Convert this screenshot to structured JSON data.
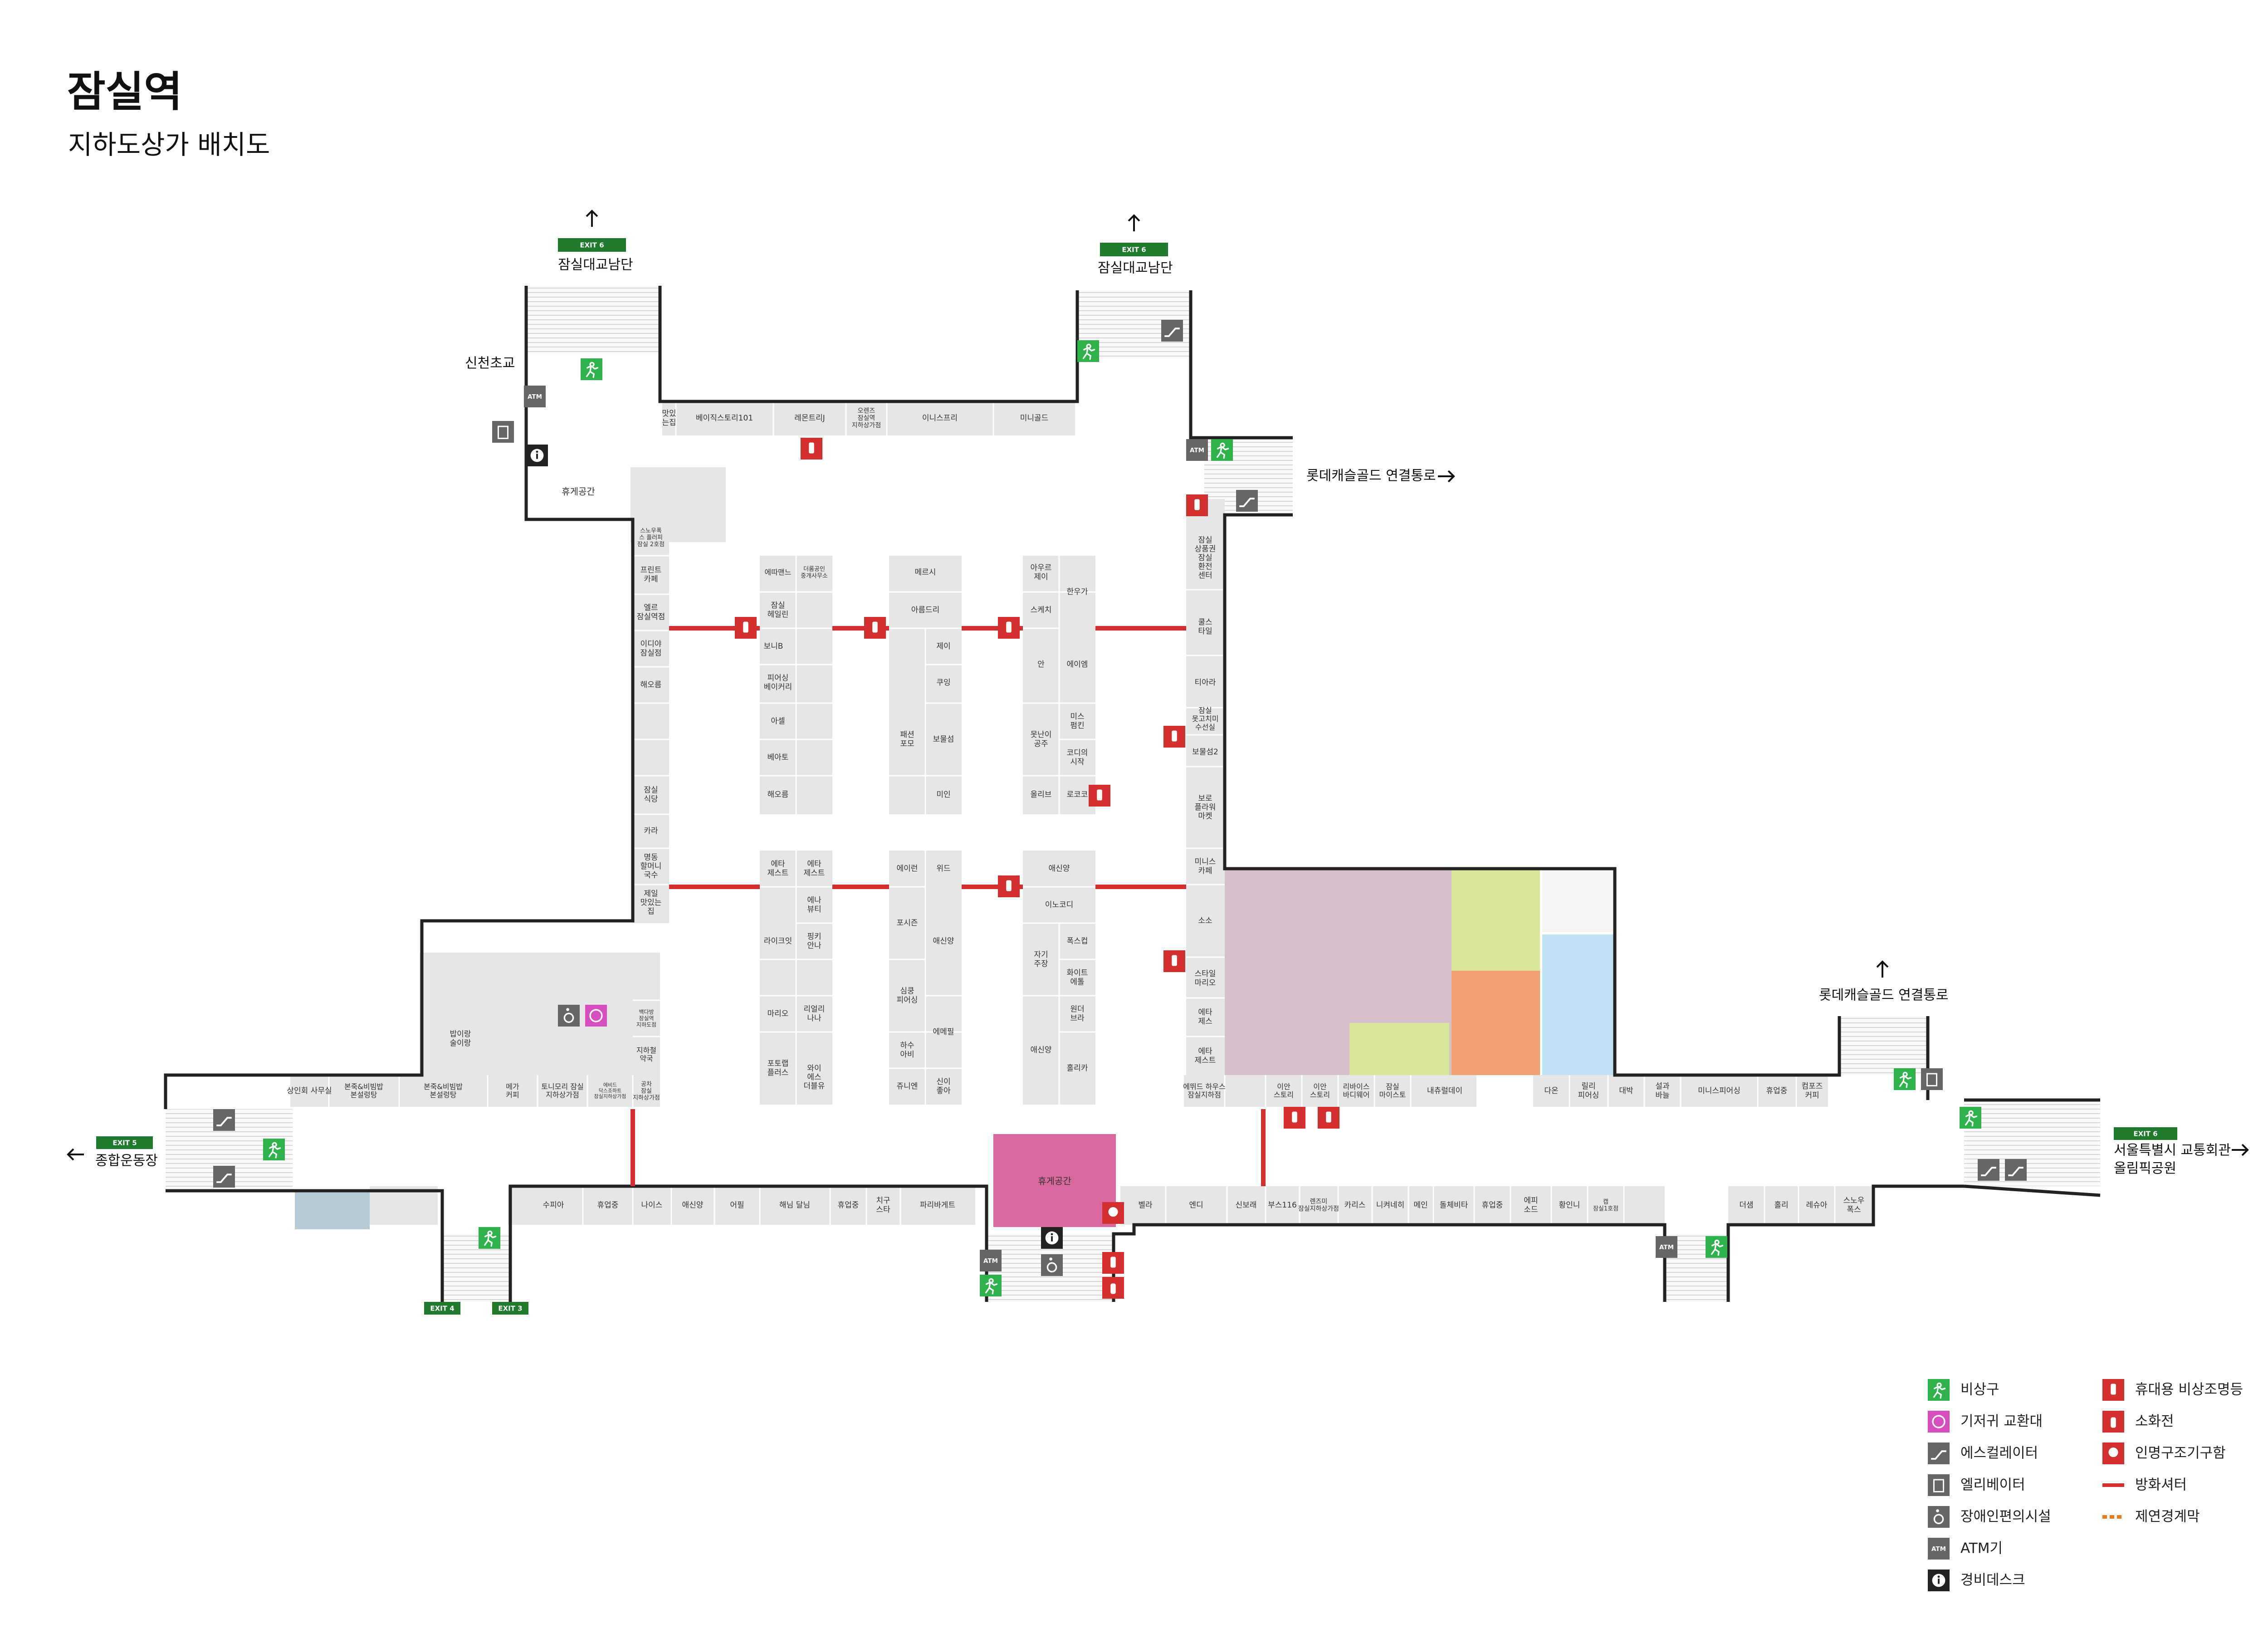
{
  "title": "잠실역",
  "subtitle": "지하도상가 배치도",
  "colors": {
    "exit_green": "#1f7a2c",
    "emergency_green": "#2db34a",
    "fire_red": "#d32f2f",
    "icon_gray": "#666666",
    "shop_gray": "#e6e6e6",
    "pink_rest": "#d9689f",
    "mauve": "#d8bfcc",
    "lime": "#d9e79a",
    "salmon": "#f0a072",
    "sky": "#bfe3f5",
    "steel": "#b7cbd6"
  },
  "exit_labels": {
    "e6": "EXIT 6",
    "e5": "EXIT 5",
    "e4": "EXIT 4",
    "e3": "EXIT 3"
  },
  "destinations": {
    "jamsil_bridge": "잠실대교남단",
    "sincheon": "신천초교",
    "lotte_castle": "롯데캐슬골드 연결통로",
    "sports_complex": "종합운동장",
    "seoul_transport_1": "서울특별시 교통회관",
    "seoul_transport_2": "올림픽공원"
  },
  "rest_areas": {
    "upper": "휴게공간",
    "lower": "휴게공간"
  },
  "shops": {
    "t1": "맛있\n는집",
    "t2": "베이직스토리101",
    "t3": "레몬트리J",
    "t4": "오렌즈\n잠실역\n지하상가점",
    "t5": "이니스프리",
    "t6": "미니골드",
    "l1": "스노우폭\n스 플러피\n잠실 2호점",
    "l2": "프린트\n카페",
    "l3": "엘르\n잠실역점",
    "l4": "이디야\n잠실점",
    "l5": "해오름",
    "l6": "잠실\n식당",
    "l7": "카라",
    "l8": "명동\n할머니\n국수",
    "l9": "제일\n맛있는\n집",
    "c1": "에따맨느",
    "c2": "더롬공인\n중개사무소",
    "c3": "잠실\n헤일린",
    "c4": "보니B",
    "c5": "피어싱\n베이커리",
    "c6": "아셀",
    "c7": "베아토",
    "c8": "해오름",
    "d1": "메르시",
    "d2": "아름드리",
    "d3": "제이",
    "d4": "쿠잉",
    "d5": "패션\n포모",
    "d6": "보물섬",
    "d7": "미인",
    "e1": "아우르\n제이",
    "e2": "한우가",
    "e3": "스케치",
    "e4": "안",
    "e5": "에이엠",
    "e6": "미스\n펌킨",
    "e7": "못난이\n공주",
    "e8": "코디의\n시작",
    "e9": "올리브",
    "e10": "로코코",
    "r1": "잠실\n상품권\n잠실\n환전\n센터",
    "r2": "쿨스\n타일",
    "r3": "티아라",
    "r4": "잠실\n못고치미\n수선실",
    "r5": "보물섬2",
    "r6": "보로\n플라워\n마켓",
    "r7": "미니스\n카페",
    "r8": "소소",
    "r9": "스타일\n마리오",
    "r10": "에타\n제스",
    "r11": "에타\n제스트",
    "m1": "에타\n제스트",
    "m2": "에타\n제스트",
    "m3": "에나\n뷰티",
    "m4": "라이크잇",
    "m5": "핑키\n안나",
    "m6": "마리오",
    "m7": "리얼리\n나나",
    "m8": "포토랩\n플러스",
    "m9": "와이\n에스\n더블유",
    "n1": "에이런",
    "n2": "위드",
    "n3": "포시즌",
    "n4": "애신양",
    "n5": "심쿵\n피어싱",
    "n6": "하수\n아비",
    "n7": "에메필",
    "n8": "쥬니엔",
    "n9": "신이\n좋아",
    "o1": "애신양",
    "o2": "이노코디",
    "o3": "폭스컵",
    "o4": "자기\n주장",
    "o5": "화이트\n에톨",
    "o6": "원더\n브라",
    "o7": "애신양",
    "o8": "홀리카",
    "b1": "상인회 사무실",
    "b2": "본죽&비빔밥\n본설렁탕",
    "b3": "본죽&비빔밥\n본설렁탕",
    "b4": "메가\n커피",
    "b5": "토니모리 잠실\n지하상가점",
    "b6": "에비드\n닥스조하트\n잠실지하상가점",
    "b7": "공차\n잠실\n지하상가점",
    "b8": "밥이랑\n술이랑",
    "b9": "백다방\n잠실역\n지하도점",
    "b10": "지하철\n약국",
    "s1": "수피아",
    "s2": "휴업중",
    "s3": "나이스",
    "s4": "애신양",
    "s5": "어필",
    "s6": "해님 달님",
    "s7": "휴업중",
    "s8": "치구\n스타",
    "s9": "파리바게트",
    "q1": "벨라",
    "q2": "엔디",
    "q3": "신보래",
    "q4": "부스116",
    "q5": "렌즈미\n잠실지하상가점",
    "q6": "카리스",
    "q7": "니켜네히",
    "q8": "메인",
    "q9": "돌체비타",
    "q10": "휴업중",
    "q11": "에피\n소드",
    "q12": "황인니",
    "q13": "캡\n잠실1호점",
    "w1": "에뛰드 하우스\n잠실지하점",
    "w2": "이안\n스토리",
    "w3": "이안\n스토리",
    "w4": "리바이스\n바디웨어",
    "w5": "잠실\n마이스토",
    "w6": "내츄럴데이",
    "x1": "다온",
    "x2": "릴리\n피어싱",
    "x3": "대박",
    "x4": "설과\n바늘",
    "x5": "미니스피어싱",
    "x6": "휴업중",
    "x7": "컴포즈\n커피",
    "y1": "더샘",
    "y2": "홀리",
    "y3": "레슈아",
    "y4": "스노우\n폭스"
  },
  "legend": [
    {
      "icon": "emergency-exit-icon",
      "label": "비상구"
    },
    {
      "icon": "diaper-icon",
      "label": "기저귀 교환대"
    },
    {
      "icon": "escalator-icon",
      "label": "에스컬레이터"
    },
    {
      "icon": "elevator-icon",
      "label": "엘리베이터"
    },
    {
      "icon": "accessibility-icon",
      "label": "장애인편의시설"
    },
    {
      "icon": "atm-icon",
      "label": "ATM기"
    },
    {
      "icon": "info-icon",
      "label": "경비데스크"
    },
    {
      "icon": "emergency-light-icon",
      "label": "휴대용 비상조명등"
    },
    {
      "icon": "fire-extinguisher-icon",
      "label": "소화전"
    },
    {
      "icon": "rescue-kit-icon",
      "label": "인명구조기구함"
    },
    {
      "icon": "fire-shutter-line",
      "label": "방화셔터"
    },
    {
      "icon": "fireline-dashed",
      "label": "제연경계막"
    }
  ],
  "atm_text": "ATM"
}
